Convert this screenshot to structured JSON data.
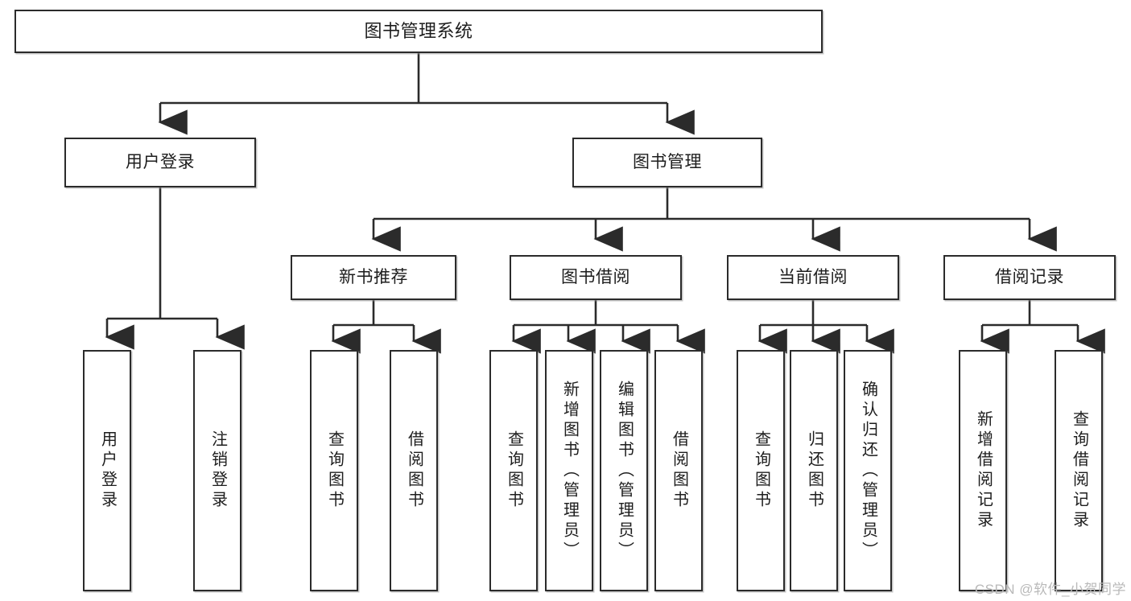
{
  "diagram": {
    "title": "图书管理系统",
    "type": "tree",
    "orientation": "top-down",
    "stroke_color": "#2b2b2b",
    "fill_color": "#ffffff",
    "text_color": "#1d1d1d",
    "watermark": "CSDN @软件_小贺同学",
    "nodes": {
      "root": {
        "label": "图书管理系统",
        "level": 0
      },
      "l1": [
        {
          "id": "user-login",
          "label": "用户登录",
          "level": 1
        },
        {
          "id": "book-manage",
          "label": "图书管理",
          "level": 1
        }
      ],
      "l2": [
        {
          "id": "new-book-rec",
          "label": "新书推荐",
          "level": 2,
          "parent": "book-manage"
        },
        {
          "id": "book-borrow",
          "label": "图书借阅",
          "level": 2,
          "parent": "book-manage"
        },
        {
          "id": "current-borrow",
          "label": "当前借阅",
          "level": 2,
          "parent": "book-manage"
        },
        {
          "id": "borrow-record",
          "label": "借阅记录",
          "level": 2,
          "parent": "book-manage"
        }
      ],
      "leaves": [
        {
          "id": "leaf-user-login",
          "label": "用户登录",
          "parent": "user-login"
        },
        {
          "id": "leaf-logout",
          "label": "注销登录",
          "parent": "user-login"
        },
        {
          "id": "leaf-query-book-1",
          "label": "查询图书",
          "parent": "new-book-rec"
        },
        {
          "id": "leaf-borrow-book-1",
          "label": "借阅图书",
          "parent": "new-book-rec"
        },
        {
          "id": "leaf-query-book-2",
          "label": "查询图书",
          "parent": "book-borrow"
        },
        {
          "id": "leaf-add-book",
          "label": "新增图书（管理员）",
          "parent": "book-borrow"
        },
        {
          "id": "leaf-edit-book",
          "label": "编辑图书（管理员）",
          "parent": "book-borrow"
        },
        {
          "id": "leaf-borrow-book-2",
          "label": "借阅图书",
          "parent": "book-borrow"
        },
        {
          "id": "leaf-query-book-3",
          "label": "查询图书",
          "parent": "current-borrow"
        },
        {
          "id": "leaf-return-book",
          "label": "归还图书",
          "parent": "current-borrow"
        },
        {
          "id": "leaf-confirm-return",
          "label": "确认归还（管理员）",
          "parent": "current-borrow"
        },
        {
          "id": "leaf-add-record",
          "label": "新增借阅记录",
          "parent": "borrow-record"
        },
        {
          "id": "leaf-query-record",
          "label": "查询借阅记录",
          "parent": "borrow-record"
        }
      ]
    }
  }
}
